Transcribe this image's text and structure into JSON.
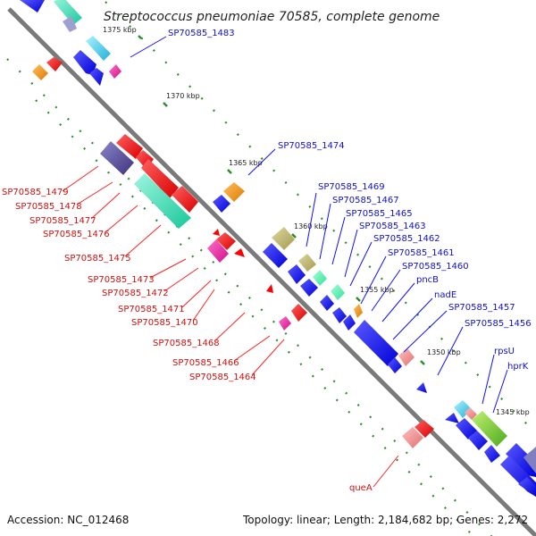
{
  "title": "Streptococcus pneumoniae 70585, complete genome",
  "footer": {
    "accession": "Accession: NC_012468",
    "summary": "Topology: linear; Length: 2,184,682 bp; Genes: 2,272"
  },
  "kbp_marks": [
    "1375 kbp",
    "1370 kbp",
    "1365 kbp",
    "1360 kbp",
    "1355 kbp",
    "1350 kbp",
    "1345 kbp"
  ],
  "forward_labels": [
    "SP70585_1483",
    "SP70585_1474",
    "SP70585_1469",
    "SP70585_1467",
    "SP70585_1465",
    "SP70585_1463",
    "SP70585_1462",
    "SP70585_1461",
    "SP70585_1460",
    "pncB",
    "nadE",
    "SP70585_1457",
    "SP70585_1456",
    "rpsU",
    "hprK"
  ],
  "reverse_labels": [
    "SP70585_1479",
    "SP70585_1478",
    "SP70585_1477",
    "SP70585_1476",
    "SP70585_1475",
    "SP70585_1473",
    "SP70585_1472",
    "SP70585_1471",
    "SP70585_1470",
    "SP70585_1468",
    "SP70585_1466",
    "SP70585_1464",
    "queA"
  ],
  "colors": {
    "backbone": "#7a7a7a",
    "forward_gene": "#1010ff",
    "reverse_gene": "#ff0000",
    "forward_label": "#1010d0",
    "reverse_label": "#d01010",
    "tick": "#2e8b2e"
  }
}
